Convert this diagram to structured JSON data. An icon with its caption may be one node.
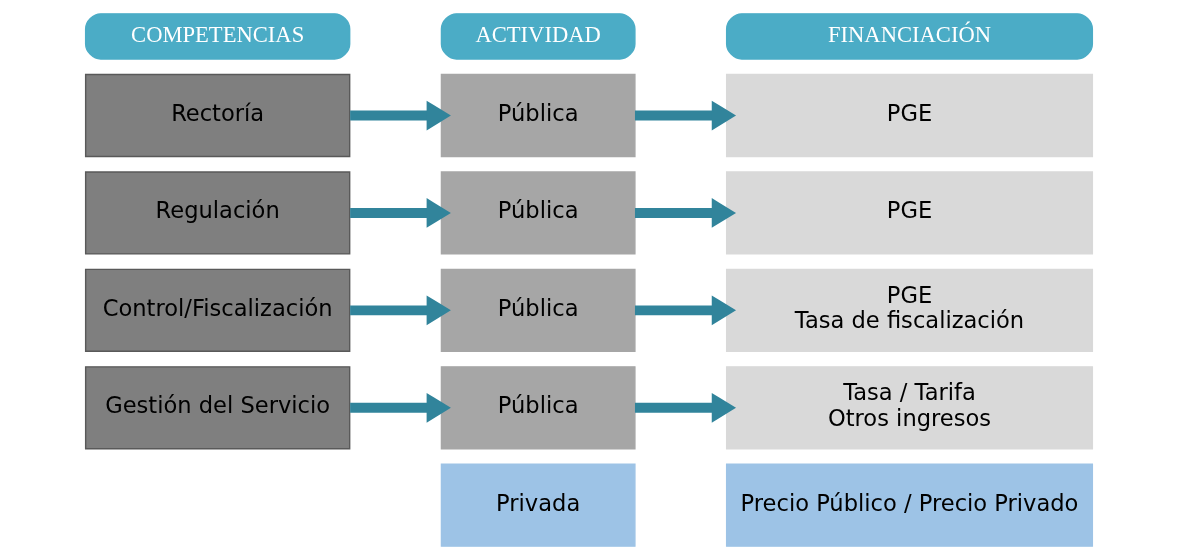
{
  "diagram": {
    "nodes": [
      {
        "text": [
          "COMPETENCIAS"
        ]
      },
      {
        "text": [
          "ACTIVIDAD"
        ]
      },
      {
        "text": [
          "FINANCIACIÓN"
        ]
      },
      {
        "text": [
          "Rectoría"
        ]
      },
      {
        "text": [
          "Pública"
        ]
      },
      {
        "text": [
          "PGE"
        ]
      },
      {
        "text": [
          "Regulación"
        ]
      },
      {
        "text": [
          "Pública"
        ]
      },
      {
        "text": [
          "PGE"
        ]
      },
      {
        "text": [
          "Control/Fiscalización"
        ]
      },
      {
        "text": [
          "Pública"
        ]
      },
      {
        "text": [
          "PGE",
          "Tasa de fiscalización"
        ]
      },
      {
        "text": [
          "Gestión del Servicio"
        ]
      },
      {
        "text": [
          "Pública"
        ]
      },
      {
        "text": [
          "Tasa / Tarifa",
          "Otros ingresos"
        ]
      },
      {
        "text": [
          "Privada"
        ]
      },
      {
        "text": [
          "Precio Público / Precio Privado"
        ]
      }
    ],
    "edges": [
      {
        "from": 3,
        "to": 4,
        "arrow": "to"
      },
      {
        "from": 4,
        "to": 5,
        "arrow": "to"
      },
      {
        "from": 6,
        "to": 7,
        "arrow": "to"
      },
      {
        "from": 7,
        "to": 8,
        "arrow": "to"
      },
      {
        "from": 9,
        "to": 10,
        "arrow": "to"
      },
      {
        "from": 10,
        "to": 11,
        "arrow": "to"
      },
      {
        "from": 12,
        "to": 13,
        "arrow": "to"
      },
      {
        "from": 13,
        "to": 14,
        "arrow": "to"
      }
    ]
  }
}
